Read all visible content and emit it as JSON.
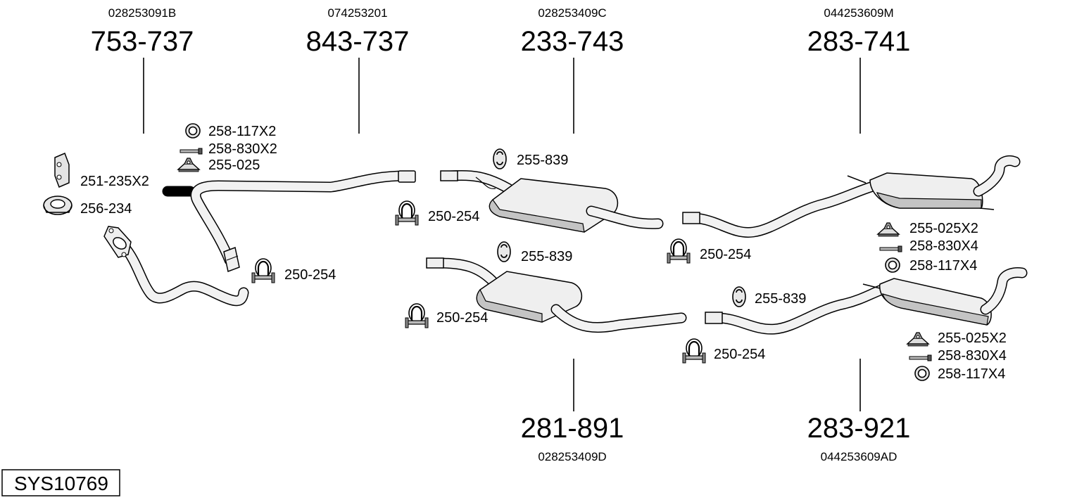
{
  "system": {
    "code": "SYS10769"
  },
  "parts": [
    {
      "part_no": "753-737",
      "oem_no": "028253091B"
    },
    {
      "part_no": "843-737",
      "oem_no": "074253201"
    },
    {
      "part_no": "233-743",
      "oem_no": "028253409C"
    },
    {
      "part_no": "283-741",
      "oem_no": "044253609M"
    },
    {
      "part_no": "281-891",
      "oem_no": "028253409D"
    },
    {
      "part_no": "283-921",
      "oem_no": "044253609AD"
    }
  ],
  "accessories": {
    "g1": [
      "258-117X2",
      "258-830X2",
      "255-025"
    ],
    "g2": [
      "251-235X2",
      "256-234"
    ],
    "clamp_a": "250-254",
    "hanger_a": "255-839",
    "clamp_b": "250-254",
    "hanger_b": "255-839",
    "clamp_c": "250-254",
    "clamp_d": "250-254",
    "g3": [
      "255-025X2",
      "258-830X4",
      "258-117X4"
    ],
    "hanger_c": "255-839",
    "clamp_e": "250-254",
    "g4": [
      "255-025X2",
      "258-830X4",
      "258-117X4"
    ]
  },
  "icons": {
    "ring": "gasket-ring-icon",
    "bolt": "bolt-icon",
    "mount": "rubber-mount-icon",
    "clamp": "pipe-clamp-icon",
    "hanger": "rubber-hanger-icon",
    "bracket": "bracket-icon",
    "cone": "cone-gasket-icon"
  }
}
